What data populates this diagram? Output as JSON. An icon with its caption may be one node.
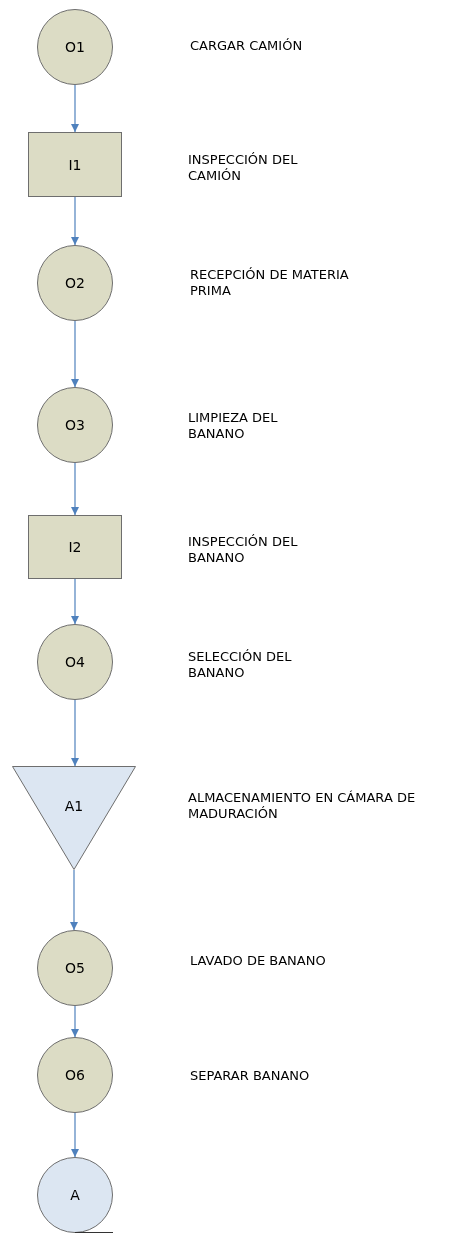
{
  "diagram": {
    "nodes": [
      {
        "text": [
          "O1"
        ]
      },
      {
        "text": [
          "I1"
        ]
      },
      {
        "text": [
          "O2"
        ]
      },
      {
        "text": [
          "O3"
        ]
      },
      {
        "text": [
          "I2"
        ]
      },
      {
        "text": [
          "O4"
        ]
      },
      {
        "text": [
          "A1"
        ]
      },
      {
        "text": [
          "O5"
        ]
      },
      {
        "text": [
          "O6"
        ]
      },
      {
        "text": [
          "A"
        ]
      }
    ],
    "edges": [
      {
        "from": 0,
        "to": 1,
        "arrow": "to"
      },
      {
        "from": 1,
        "to": 2,
        "arrow": "to"
      },
      {
        "from": 2,
        "to": 3,
        "arrow": "to"
      },
      {
        "from": 3,
        "to": 4,
        "arrow": "to"
      },
      {
        "from": 4,
        "to": 5,
        "arrow": "to"
      },
      {
        "from": 5,
        "to": 6,
        "arrow": "to"
      },
      {
        "from": 6,
        "to": 7,
        "arrow": "to"
      },
      {
        "from": 7,
        "to": 8,
        "arrow": "to"
      },
      {
        "from": 8,
        "to": 9,
        "arrow": "to"
      }
    ],
    "labels": [
      "CARGAR CAMIÓN",
      "INSPECCIÓN DEL CAMIÓN",
      "RECEPCIÓN DE MATERIA PRIMA",
      "LIMPIEZA DEL BANANO",
      "INSPECCIÓN DEL BANANO",
      "SELECCIÓN DEL BANANO",
      "ALMACENAMIENTO EN CÁMARA DE MADURACIÓN",
      "LAVADO DE BANANO",
      "SEPARAR BANANO"
    ]
  }
}
